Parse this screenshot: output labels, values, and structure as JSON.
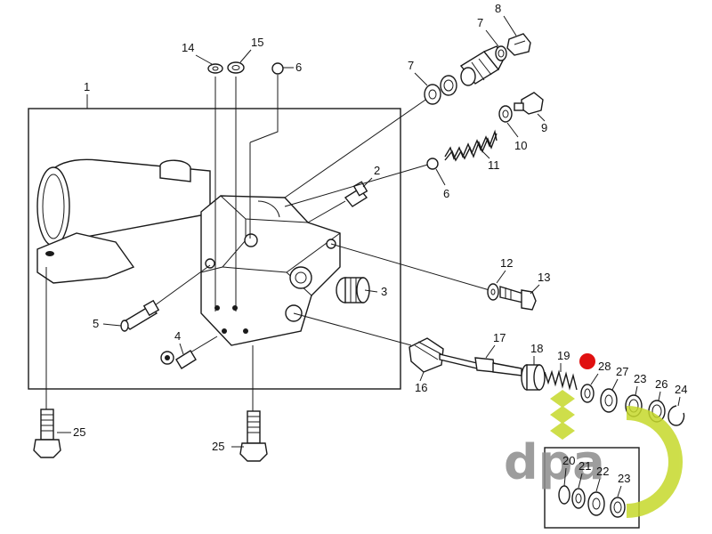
{
  "callouts": [
    {
      "id": "c1",
      "label": "1"
    },
    {
      "id": "c2",
      "label": "2"
    },
    {
      "id": "c3",
      "label": "3"
    },
    {
      "id": "c4",
      "label": "4"
    },
    {
      "id": "c5",
      "label": "5"
    },
    {
      "id": "c6a",
      "label": "6"
    },
    {
      "id": "c6b",
      "label": "6"
    },
    {
      "id": "c7a",
      "label": "7"
    },
    {
      "id": "c7b",
      "label": "7"
    },
    {
      "id": "c8",
      "label": "8"
    },
    {
      "id": "c9",
      "label": "9"
    },
    {
      "id": "c10",
      "label": "10"
    },
    {
      "id": "c11",
      "label": "11"
    },
    {
      "id": "c12",
      "label": "12"
    },
    {
      "id": "c13",
      "label": "13"
    },
    {
      "id": "c14",
      "label": "14"
    },
    {
      "id": "c15",
      "label": "15"
    },
    {
      "id": "c16",
      "label": "16"
    },
    {
      "id": "c17",
      "label": "17"
    },
    {
      "id": "c18",
      "label": "18"
    },
    {
      "id": "c19",
      "label": "19"
    },
    {
      "id": "c20",
      "label": "20"
    },
    {
      "id": "c21",
      "label": "21"
    },
    {
      "id": "c22",
      "label": "22"
    },
    {
      "id": "c23a",
      "label": "23"
    },
    {
      "id": "c23b",
      "label": "23"
    },
    {
      "id": "c24",
      "label": "24"
    },
    {
      "id": "c25a",
      "label": "25"
    },
    {
      "id": "c25b",
      "label": "25"
    },
    {
      "id": "c26",
      "label": "26"
    },
    {
      "id": "c27",
      "label": "27"
    },
    {
      "id": "c28",
      "label": "28"
    }
  ],
  "watermark": {
    "text": "dpa"
  },
  "colors": {
    "line": "#1a1a1a",
    "highlight_dot": "#e01010",
    "watermark_gray": "#8c8c8c",
    "watermark_green": "#c6d92b"
  }
}
